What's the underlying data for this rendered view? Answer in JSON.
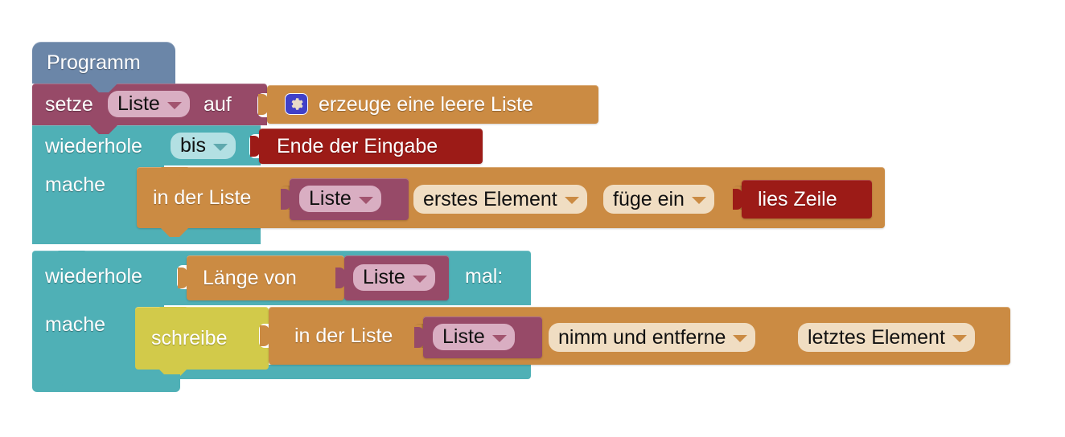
{
  "program": {
    "hat_label": "Programm",
    "blocks": {
      "set": {
        "keyword": "setze",
        "variable": "Liste",
        "preposition": "auf",
        "value_block": {
          "icon": "gear-icon",
          "label": "erzeuge eine leere Liste"
        }
      },
      "loop_until": {
        "keyword": "wiederhole",
        "mode": "bis",
        "condition": "Ende der Eingabe",
        "body_keyword": "mache",
        "body": {
          "prefix": "in der Liste",
          "list_variable": "Liste",
          "position": "erstes Element",
          "action": "füge ein",
          "value": "lies Zeile"
        }
      },
      "loop_times": {
        "keyword": "wiederhole",
        "count_expression": "Länge von",
        "count_variable": "Liste",
        "suffix": "mal:",
        "body_keyword": "mache",
        "body": {
          "command": "schreibe",
          "prefix": "in der Liste",
          "list_variable": "Liste",
          "action": "nimm und entferne",
          "position": "letztes Element"
        }
      }
    }
  },
  "palette": {
    "hat": "#6b86a8",
    "variable_magenta": "#974a68",
    "control_teal": "#4fb0b6",
    "list_orange": "#cb8b43",
    "input_red": "#9c1b17",
    "output_yellow": "#d2ca4a",
    "field_pink": "#d9aec2",
    "field_light_teal": "#b3e0e3",
    "field_cream": "#f0ddc2",
    "gear_blue": "#4040c8",
    "background": "#ffffff"
  }
}
